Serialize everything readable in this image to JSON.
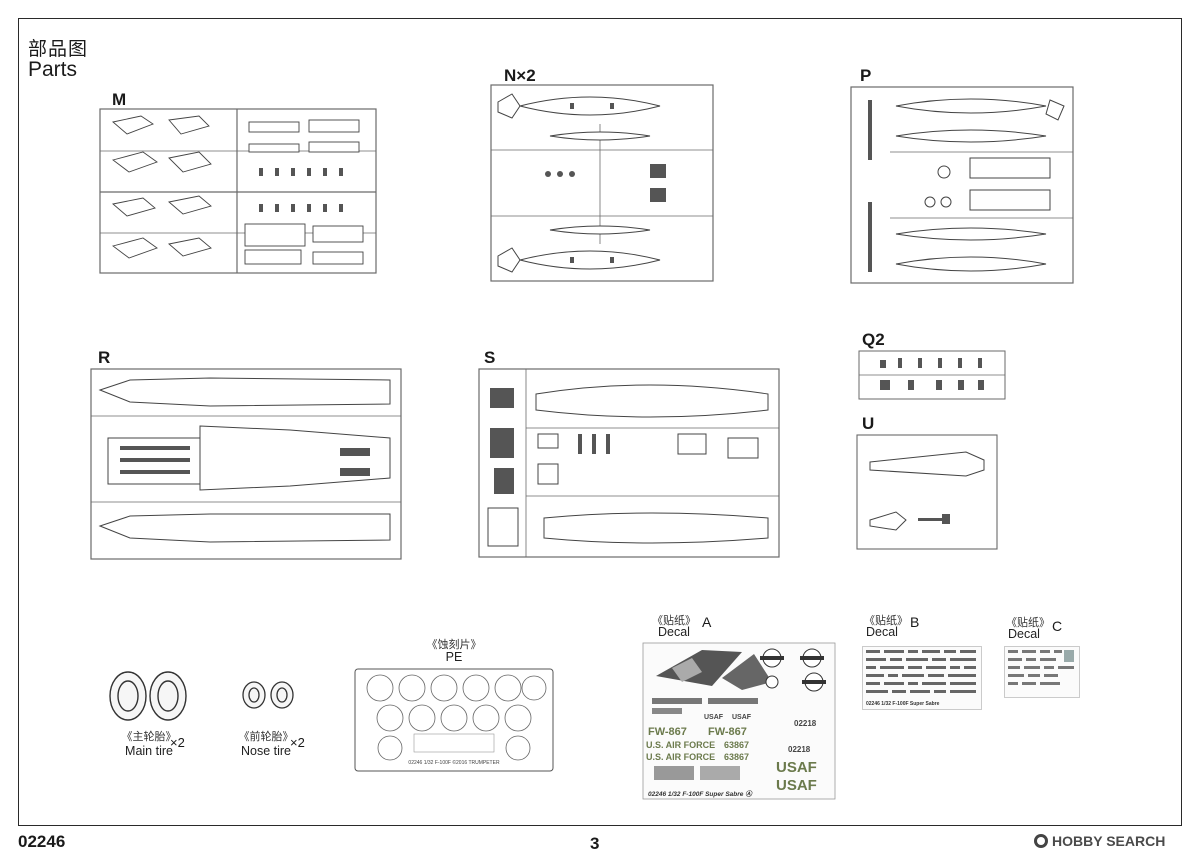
{
  "header": {
    "title_cn": "部品图",
    "title_en": "Parts"
  },
  "sprues": {
    "M": "M",
    "N": "N×2",
    "P": "P",
    "Q2": "Q2",
    "R": "R",
    "S": "S",
    "U": "U"
  },
  "tires": {
    "main_cn": "《主轮胎》",
    "main_en": "Main tire",
    "main_qty": "×2",
    "nose_cn": "《前轮胎》",
    "nose_en": "Nose tire",
    "nose_qty": "×2"
  },
  "pe": {
    "cn": "《蚀刻片》",
    "en": "PE",
    "sheet_text": "02246  1/32  F-100F  ©2016 TRUMPETER"
  },
  "decals": {
    "a_cn": "《贴纸》",
    "a_en": "Decal",
    "a_letter": "A",
    "b_cn": "《贴纸》",
    "b_en": "Decal",
    "b_letter": "B",
    "c_cn": "《贴纸》",
    "c_en": "Decal",
    "c_letter": "C",
    "a_texts": {
      "usaf1": "USAF",
      "usaf2": "USAF",
      "af1": "U.S. AIR FORCE",
      "af2": "U.S. AIR FORCE",
      "fw1": "FW-867",
      "fw2": "FW-867",
      "n1": "63867",
      "n2": "63867",
      "n3": "02218",
      "n4": "02218",
      "big1": "USAF",
      "big2": "USAF",
      "bottom": "02246  1/32  F-100F Super Sabre  Ⓐ"
    },
    "b_bottom": "02246  1/32  F-100F Super Sabre"
  },
  "footer": {
    "code": "02246",
    "page": "3",
    "watermark": "HOBBY SEARCH"
  }
}
